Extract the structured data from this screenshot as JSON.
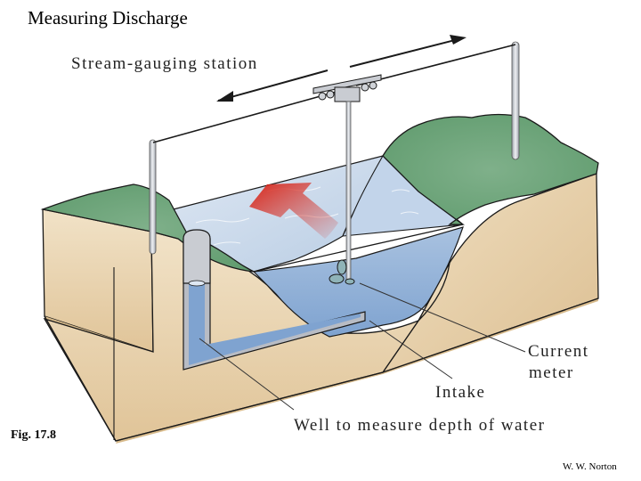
{
  "slide": {
    "title": "Measuring Discharge",
    "figure_label": "Fig. 17.8",
    "credit": "W. W. Norton"
  },
  "diagram": {
    "labels": {
      "station": "Stream-gauging station",
      "current_meter_line1": "Current",
      "current_meter_line2": "meter",
      "intake": "Intake",
      "well": "Well to measure depth of water"
    },
    "colors": {
      "sediment": "#e8d3b0",
      "grass": "#6fa47c",
      "water_surface": "#c8d8ea",
      "water_body": "#8fb0d6",
      "flow_arrow": "#d83a2a",
      "pipe": "#b8bcc4",
      "outline": "#1a1a1a"
    }
  }
}
